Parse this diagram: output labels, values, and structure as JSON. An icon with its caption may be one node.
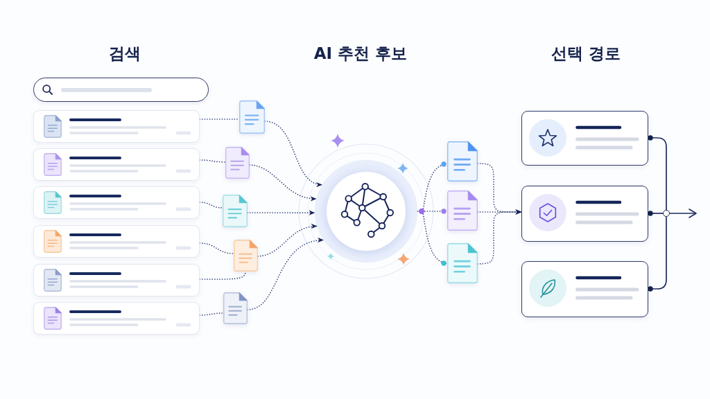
{
  "diagram": {
    "nodes": [
      {
        "text": [],
        "shape": "box"
      },
      {
        "text": [],
        "shape": "box"
      },
      {
        "text": [],
        "shape": "box"
      },
      {
        "text": [],
        "shape": "box"
      },
      {
        "text": [],
        "shape": "box"
      },
      {
        "text": [],
        "shape": "box"
      },
      {
        "text": [],
        "shape": "document"
      },
      {
        "text": [],
        "shape": "document"
      },
      {
        "text": [],
        "shape": "document"
      },
      {
        "text": [],
        "shape": "document"
      },
      {
        "text": [],
        "shape": "document"
      },
      {
        "text": [],
        "shape": "circle"
      },
      {
        "text": [],
        "shape": "document"
      },
      {
        "text": [],
        "shape": "document"
      },
      {
        "text": [],
        "shape": "document"
      },
      {
        "text": [],
        "shape": "box"
      },
      {
        "text": [],
        "shape": "box"
      },
      {
        "text": [],
        "shape": "box"
      },
      {
        "text": [],
        "shape": "circle"
      }
    ],
    "edges": [
      {
        "from": 0,
        "to": 6,
        "arrow": "none",
        "style": "dashed"
      },
      {
        "from": 1,
        "to": 7,
        "arrow": "none",
        "style": "dashed"
      },
      {
        "from": 2,
        "to": 8,
        "arrow": "none",
        "style": "dashed"
      },
      {
        "from": 3,
        "to": 9,
        "arrow": "none",
        "style": "dashed"
      },
      {
        "from": 4,
        "to": 9,
        "arrow": "none",
        "style": "dashed"
      },
      {
        "from": 5,
        "to": 10,
        "arrow": "none",
        "style": "dashed"
      },
      {
        "from": 6,
        "to": 11,
        "arrow": "to",
        "style": "dashed"
      },
      {
        "from": 7,
        "to": 11,
        "arrow": "to",
        "style": "dashed"
      },
      {
        "from": 8,
        "to": 11,
        "arrow": "to",
        "style": "dashed"
      },
      {
        "from": 9,
        "to": 11,
        "arrow": "to",
        "style": "dashed"
      },
      {
        "from": 10,
        "to": 11,
        "arrow": "to",
        "style": "dashed"
      },
      {
        "from": 11,
        "to": 12,
        "arrow": "other",
        "style": "dashed"
      },
      {
        "from": 11,
        "to": 13,
        "arrow": "other",
        "style": "dashed"
      },
      {
        "from": 11,
        "to": 14,
        "arrow": "other",
        "style": "dashed"
      },
      {
        "from": 12,
        "to": 16,
        "arrow": "to",
        "style": "dashed"
      },
      {
        "from": 13,
        "to": 16,
        "arrow": "to",
        "style": "dashed"
      },
      {
        "from": 14,
        "to": 16,
        "arrow": "to",
        "style": "dashed"
      },
      {
        "from": 15,
        "to": 18,
        "arrow": "other"
      },
      {
        "from": 16,
        "to": 18,
        "arrow": "other"
      },
      {
        "from": 17,
        "to": 18,
        "arrow": "other"
      },
      {
        "from": 18,
        "to": null,
        "arrow": "to"
      }
    ],
    "labels": [
      "검색",
      "AI 추천 후보",
      "선택 경로"
    ]
  }
}
